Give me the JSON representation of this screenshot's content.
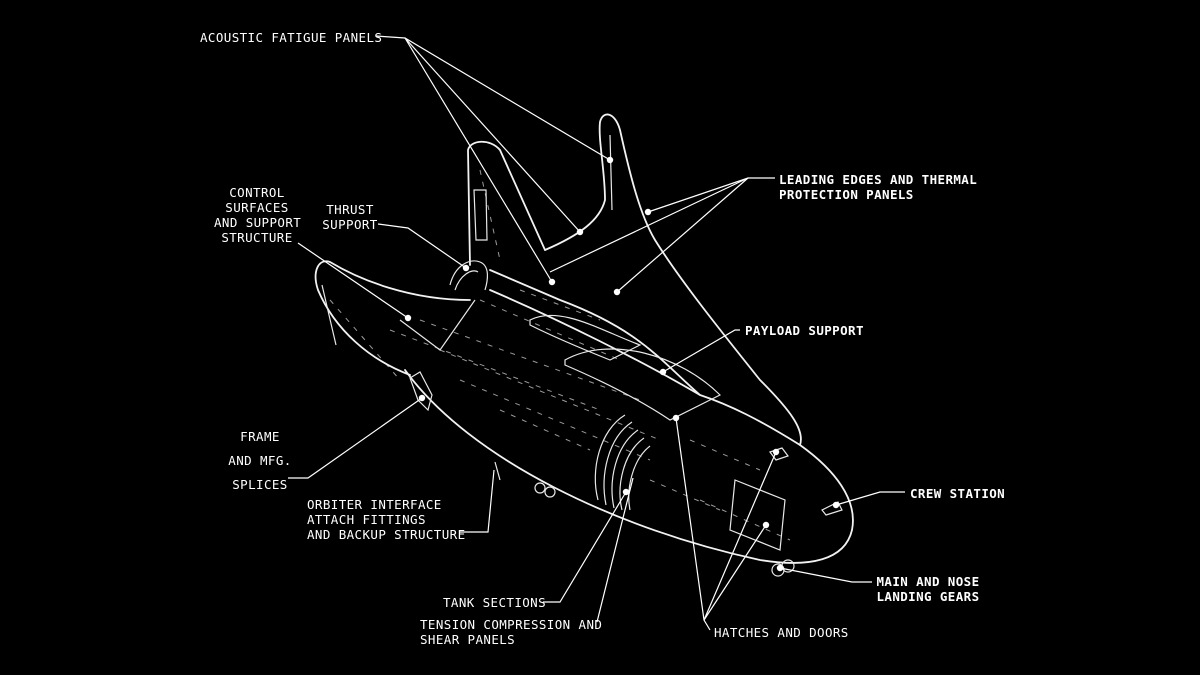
{
  "labels": {
    "acoustic_fatigue": "ACOUSTIC FATIGUE PANELS",
    "leading_edges": [
      "LEADING EDGES AND THERMAL",
      "PROTECTION PANELS"
    ],
    "control_surfaces": [
      "CONTROL",
      "SURFACES",
      "AND SUPPORT",
      "STRUCTURE"
    ],
    "thrust_support": [
      "THRUST",
      "SUPPORT"
    ],
    "payload_support": "PAYLOAD SUPPORT",
    "frame_splices": [
      "FRAME",
      "AND MFG.",
      "SPLICES"
    ],
    "orbiter_interface": [
      "ORBITER INTERFACE",
      "ATTACH FITTINGS",
      "AND BACKUP STRUCTURE"
    ],
    "crew_station": "CREW STATION",
    "landing_gears": [
      "MAIN AND NOSE",
      "LANDING GEARS"
    ],
    "tank_sections": "TANK SECTIONS",
    "tension_panels": [
      "TENSION COMPRESSION AND",
      "SHEAR PANELS"
    ],
    "hatches_doors": "HATCHES AND DOORS"
  },
  "colors": {
    "background": "#000000",
    "foreground": "#ffffff"
  }
}
